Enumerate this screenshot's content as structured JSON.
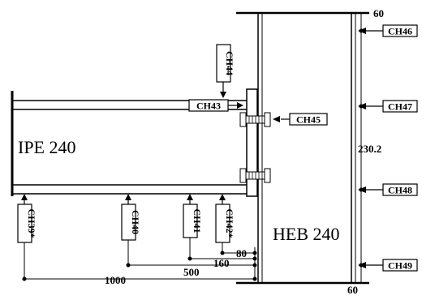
{
  "members": {
    "beam": "IPE 240",
    "column": "HEB 240"
  },
  "gauges": {
    "ch39": "CH39*",
    "ch40": "CH40",
    "ch41": "CH41",
    "ch42": "CH42*",
    "ch43": "CH43",
    "ch44": "CH44",
    "ch45": "CH45",
    "ch46": "CH46",
    "ch47": "CH47",
    "ch48": "CH48",
    "ch49": "CH49"
  },
  "dimensions": {
    "d60_top": "60",
    "d60_bottom": "60",
    "d230": "230.2",
    "d80": "80",
    "d160": "160",
    "d500": "500",
    "d1000": "1000"
  }
}
